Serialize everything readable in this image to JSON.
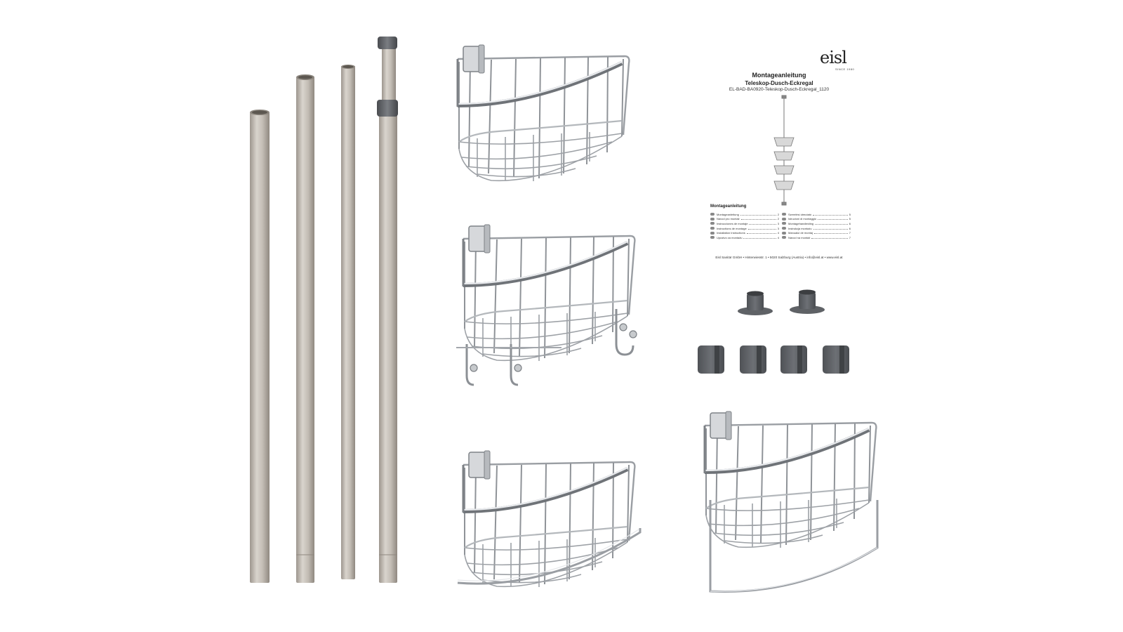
{
  "manual": {
    "brand": "eisl",
    "brand_tagline": "SINCE 1980",
    "title": "Montageanleitung",
    "subtitle": "Teleskop-Dusch-Eckregal",
    "code": "EL-BAD-BA0920-Teleskop-Dusch-Eckregal_1120",
    "toc_title": "Montageanleitung",
    "toc_left": [
      {
        "text": "Montageanleitung",
        "page": "2"
      },
      {
        "text": "Návod pro montáž",
        "page": "2"
      },
      {
        "text": "Instrucciones de montaje",
        "page": "3"
      },
      {
        "text": "Instructions de montage",
        "page": "3"
      },
      {
        "text": "Installation Instructions",
        "page": "4"
      },
      {
        "text": "Upustvo za montažu",
        "page": "4"
      }
    ],
    "toc_right": [
      {
        "text": "Szerelési útmutató",
        "page": "5"
      },
      {
        "text": "Istruzioni di montaggio",
        "page": "5"
      },
      {
        "text": "Montagehandleiding",
        "page": "6"
      },
      {
        "text": "Instrukcja montażu",
        "page": "6"
      },
      {
        "text": "Manualul de montaj",
        "page": "7"
      },
      {
        "text": "Návod na montáž",
        "page": "7"
      }
    ],
    "footer": "Eisl Sanitär GmbH • Hinterwiesstr. 1 • 5020 Salzburg (Austria) • info@eisl.at • www.eisl.at"
  },
  "colors": {
    "pole": "#bdb6ad",
    "chrome": "#a9acb0",
    "plastic": "#5b5e62"
  }
}
